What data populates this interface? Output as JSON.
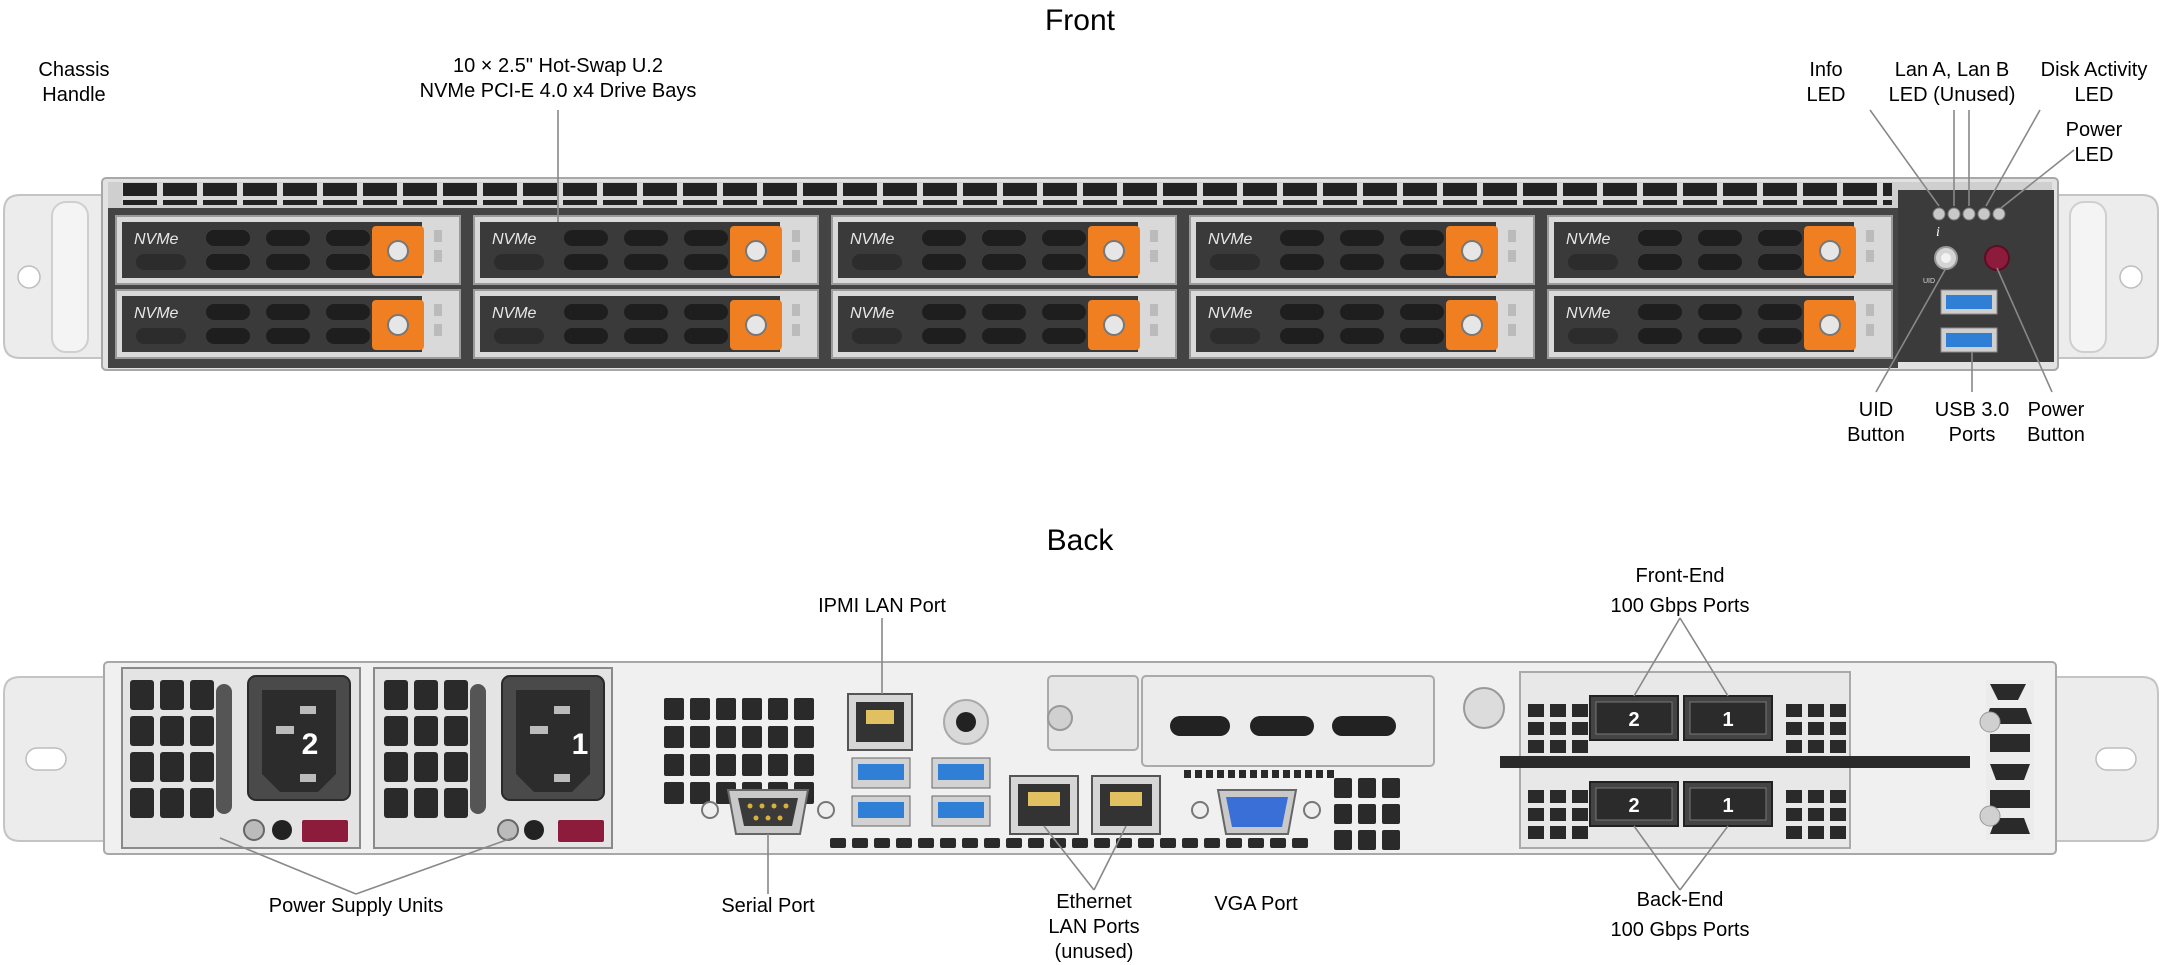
{
  "sections": {
    "front_title": "Front",
    "back_title": "Back"
  },
  "front_labels": {
    "chassis_handle": [
      "Chassis",
      "Handle"
    ],
    "drive_bays": [
      "10 × 2.5\" Hot-Swap U.2",
      "NVMe PCI-E 4.0 x4 Drive Bays"
    ],
    "info_led": [
      "Info",
      "LED"
    ],
    "lan_led": [
      "Lan A, Lan B",
      "LED (Unused)"
    ],
    "disk_activity_led": [
      "Disk Activity",
      "LED"
    ],
    "power_led": [
      "Power",
      "LED"
    ],
    "uid_button": [
      "UID",
      "Button"
    ],
    "usb_ports": [
      "USB 3.0",
      "Ports"
    ],
    "power_button": [
      "Power",
      "Button"
    ]
  },
  "back_labels": {
    "ipmi_port": "IPMI LAN Port",
    "front_end_ports": [
      "Front-End",
      "100 Gbps Ports"
    ],
    "power_supply_units": "Power Supply Units",
    "serial_port": "Serial Port",
    "ethernet_ports": [
      "Ethernet",
      "LAN Ports",
      "(unused)"
    ],
    "vga_port": "VGA Port",
    "back_end_ports": [
      "Back-End",
      "100 Gbps Ports"
    ]
  },
  "drive_bay_label": "NVMe",
  "small_marks": {
    "uid_mark": "UID",
    "info_icon": "i"
  },
  "psu_numbers": [
    "2",
    "1"
  ],
  "port_numbers": {
    "front_end": [
      "2",
      "1"
    ],
    "back_end": [
      "2",
      "1"
    ]
  },
  "colors": {
    "drive_latch": "#f07f22",
    "power_button": "#8d1c3c",
    "usb_blue": "#2f7fd6",
    "vga_blue": "#3a6fd8",
    "serial_gold": "#d9b03a",
    "chassis_black": "#2a2a2a"
  }
}
